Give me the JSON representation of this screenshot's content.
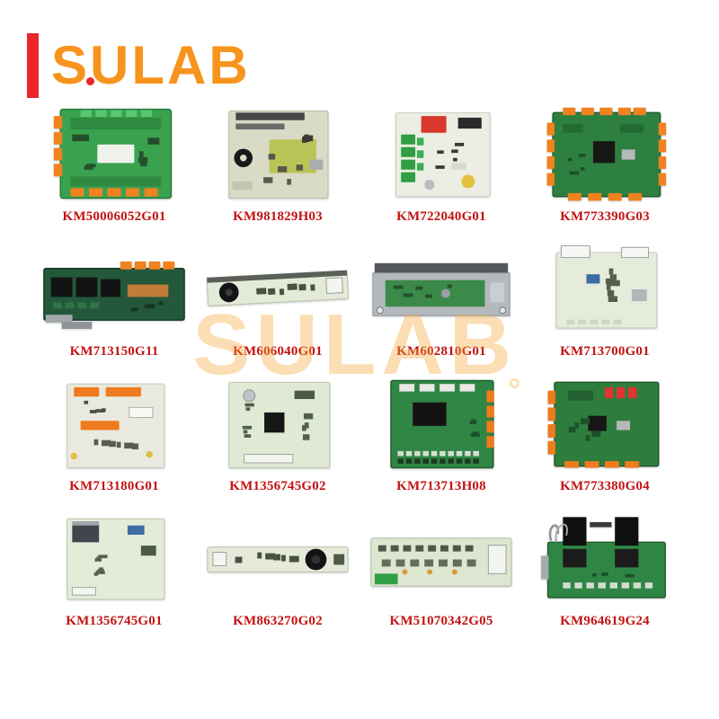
{
  "page": {
    "background_color": "#ffffff"
  },
  "logo": {
    "text": "SULAB",
    "text_color": "#F7941D",
    "bar_color": "#E8262B"
  },
  "watermark": {
    "text": "SULAB",
    "mark": "°",
    "color": "#F6A93C"
  },
  "label_color": "#C31212",
  "products": [
    {
      "part_number": "KM50006052G01",
      "board": {
        "variant": 1,
        "style": "green-pcb-orange-connectors-left-bottom"
      }
    },
    {
      "part_number": "KM981829H03",
      "board": {
        "variant": 2,
        "style": "beige-pcb-toroid-inductor"
      }
    },
    {
      "part_number": "KM722040G01",
      "board": {
        "variant": 3,
        "style": "white-pcb-red-relay-green-terminals"
      }
    },
    {
      "part_number": "KM773390G03",
      "board": {
        "variant": 4,
        "style": "green-pcb-orange-connectors-all-edges"
      }
    },
    {
      "part_number": "KM713150G11",
      "board": {
        "variant": 5,
        "style": "dark-green-pcb-black-relays-metal-tabs"
      }
    },
    {
      "part_number": "KM606040G01",
      "board": {
        "variant": 6,
        "style": "slim-pcb-round-buzzer-left"
      }
    },
    {
      "part_number": "KM602810G01",
      "board": {
        "variant": 7,
        "style": "pcb-mounted-on-metal-plate"
      }
    },
    {
      "part_number": "KM713700G01",
      "board": {
        "variant": 8,
        "style": "pale-pcb-white-connectors"
      }
    },
    {
      "part_number": "KM713180G01",
      "board": {
        "variant": 9,
        "style": "pale-pcb-orange-connector-strips"
      }
    },
    {
      "part_number": "KM1356745G02",
      "board": {
        "variant": 10,
        "style": "pale-green-pcb-black-chip"
      }
    },
    {
      "part_number": "KM713713H08",
      "board": {
        "variant": 11,
        "style": "green-pcb-black-module-orange-right-edge"
      }
    },
    {
      "part_number": "KM773380G04",
      "board": {
        "variant": 12,
        "style": "green-pcb-red-display-orange-connectors"
      }
    },
    {
      "part_number": "KM1356745G01",
      "board": {
        "variant": 13,
        "style": "pale-green-pcb-sd-card-slot"
      }
    },
    {
      "part_number": "KM863270G02",
      "board": {
        "variant": 14,
        "style": "slim-pcb-round-buzzer-right"
      }
    },
    {
      "part_number": "KM51070342G05",
      "board": {
        "variant": 15,
        "style": "wide-pcb-component-rows-white-connector"
      }
    },
    {
      "part_number": "KM964619G24",
      "board": {
        "variant": 16,
        "style": "green-pcb-black-relay-modules-wires"
      }
    }
  ]
}
